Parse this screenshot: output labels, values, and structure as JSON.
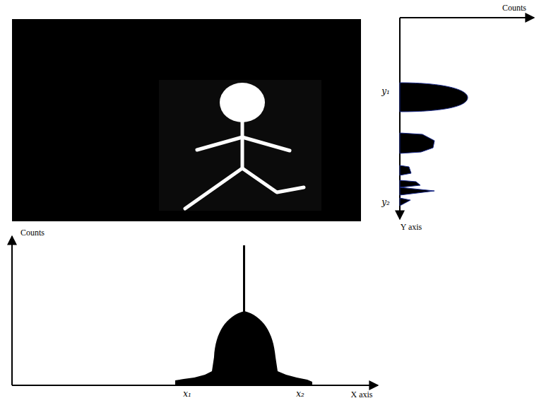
{
  "diagram": {
    "labels": [
      "Counts",
      "y₁",
      "y₂",
      "Y axis",
      "Counts",
      "x₁",
      "x₂",
      "X axis"
    ]
  }
}
